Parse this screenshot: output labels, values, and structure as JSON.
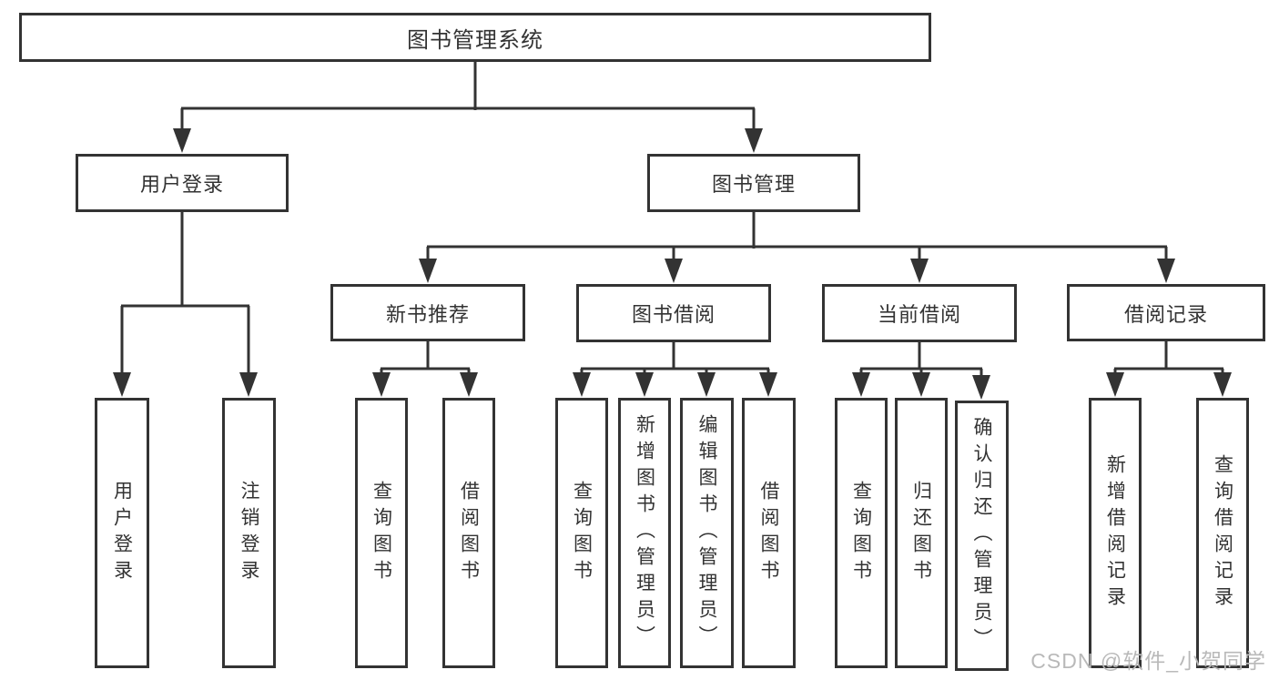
{
  "tree": {
    "root": {
      "label": "图书管理系统"
    },
    "branches": [
      {
        "label": "用户登录",
        "children": [
          {
            "label": "用户登录"
          },
          {
            "label": "注销登录"
          }
        ]
      },
      {
        "label": "图书管理",
        "children": [
          {
            "label": "新书推荐",
            "children": [
              {
                "label": "查询图书"
              },
              {
                "label": "借阅图书"
              }
            ]
          },
          {
            "label": "图书借阅",
            "children": [
              {
                "label": "查询图书"
              },
              {
                "label": "新增图书（管理员）"
              },
              {
                "label": "编辑图书（管理员）"
              },
              {
                "label": "借阅图书"
              }
            ]
          },
          {
            "label": "当前借阅",
            "children": [
              {
                "label": "查询图书"
              },
              {
                "label": "归还图书"
              },
              {
                "label": "确认归还（管理员）"
              }
            ]
          },
          {
            "label": "借阅记录",
            "children": [
              {
                "label": "新增借阅记录"
              },
              {
                "label": "查询借阅记录"
              }
            ]
          }
        ]
      }
    ]
  },
  "watermark": {
    "text": "CSDN @软件_小贺同学"
  },
  "colors": {
    "line": "#333333",
    "box_border": "#333333",
    "text": "#333333",
    "background": "#ffffff",
    "watermark": "#b9b9b9"
  }
}
